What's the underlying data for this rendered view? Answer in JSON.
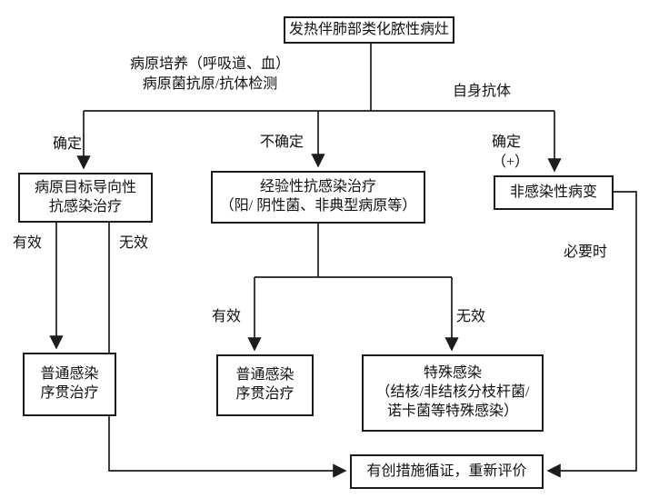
{
  "diagram": {
    "title_node": "发热伴肺部类化脓性病灶",
    "tests_left": {
      "line1": "病原培养（呼吸道、血）",
      "line2": "病原菌抗原/抗体检测"
    },
    "tests_right": "自身抗体",
    "labels": {
      "confirmed": "确定",
      "uncertain": "不确定",
      "confirmed_plus_line1": "确定",
      "confirmed_plus_line2": "（+）",
      "effective_left": "有效",
      "ineffective_left": "无效",
      "effective_mid": "有效",
      "ineffective_mid": "无效",
      "when_necessary": "必要时"
    },
    "boxes": {
      "targeted": {
        "line1": "病原目标导向性",
        "line2": "抗感染治疗"
      },
      "empirical": {
        "line1": "经验性抗感染治疗",
        "line2": "（阳/ 阴性菌、非典型病原等）"
      },
      "noninfectious": {
        "label": "非感染性病变"
      },
      "ordinary_left": {
        "line1": "普通感染",
        "line2": "序贯治疗"
      },
      "ordinary_mid": {
        "line1": "普通感染",
        "line2": "序贯治疗"
      },
      "special": {
        "line1": "特殊感染",
        "line2": "（结核/非结核分枝杆菌/",
        "line3": "诺卡菌等特殊感染）"
      },
      "reevaluate": {
        "label": "有创措施循证，重新评价"
      }
    },
    "colors": {
      "line": "#1c1c1c",
      "background": "#ffffff",
      "text": "#111111",
      "box_border": "#1c1c1c"
    }
  }
}
